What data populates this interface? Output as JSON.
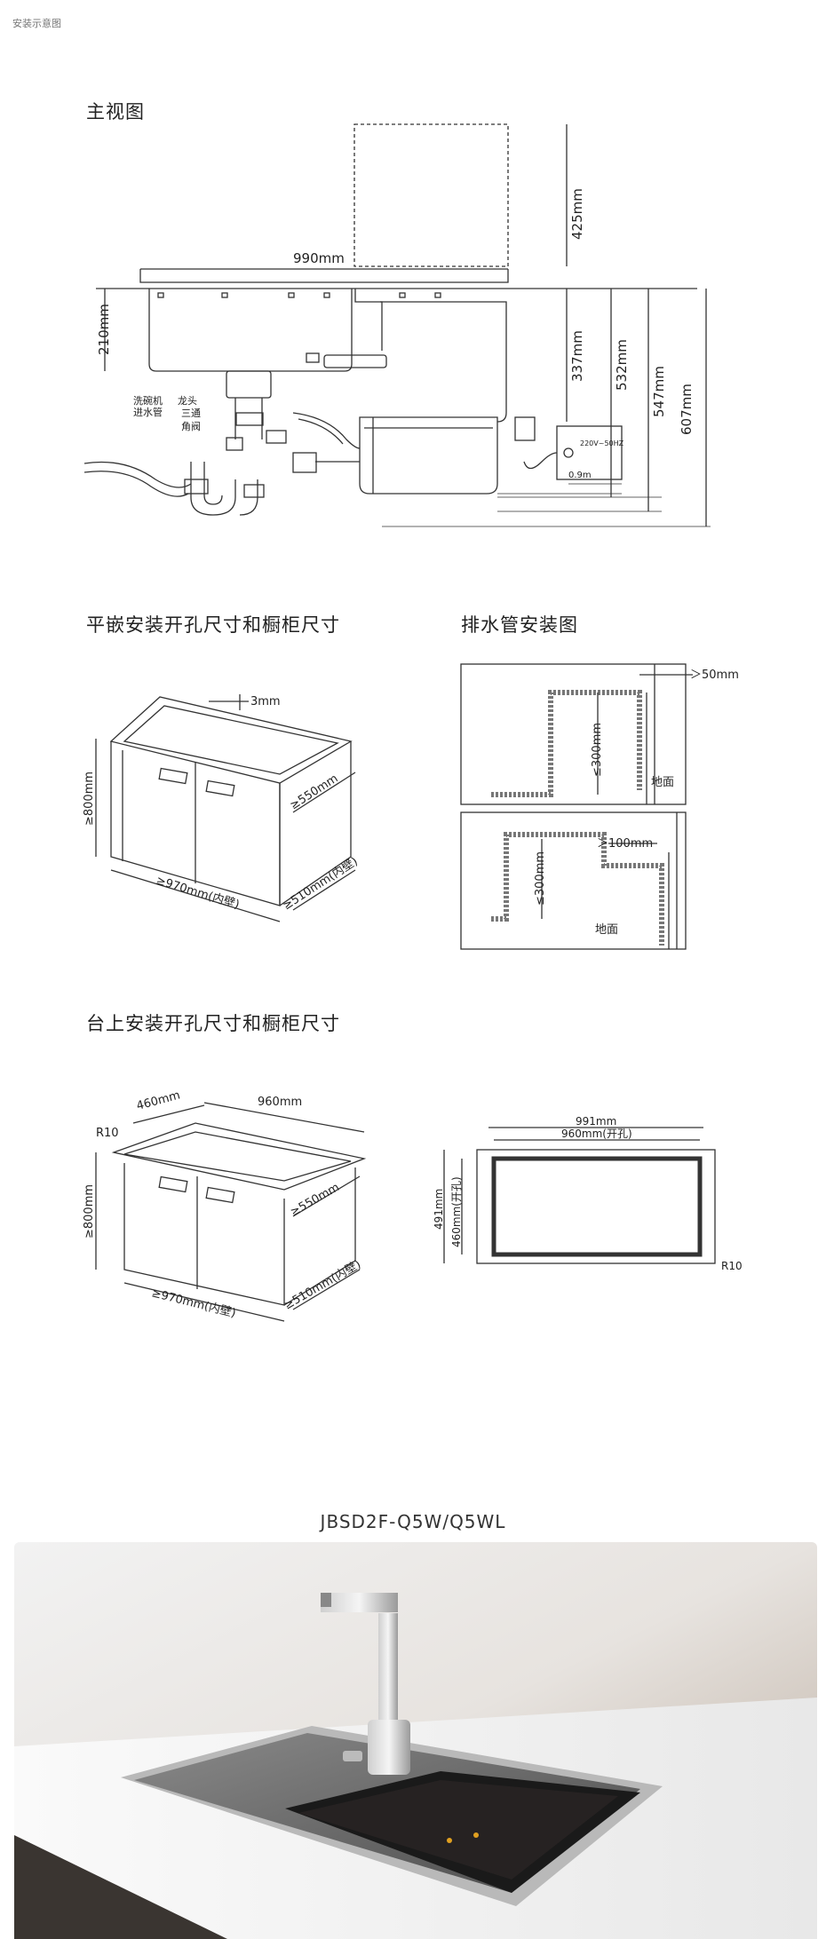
{
  "page_tag": "安装示意图",
  "sections": {
    "front_view": "主视图",
    "flush_install": "平嵌安装开孔尺寸和橱柜尺寸",
    "drain_diagram": "排水管安装图",
    "top_install": "台上安装开孔尺寸和橱柜尺寸"
  },
  "front_view": {
    "width": "990mm",
    "h425": "425mm",
    "h210": "210mm",
    "h337": "337mm",
    "h532": "532mm",
    "h547": "547mm",
    "h607": "607mm",
    "dishwasher_inlet_1": "洗碗机",
    "dishwasher_inlet_2": "进水管",
    "faucet": "龙头",
    "tee": "三通",
    "angle_valve": "角阀",
    "power": "220V~50HZ",
    "outlet_dist": "0.9m"
  },
  "flush": {
    "gap": "3mm",
    "height": "≥800mm",
    "depth": "≥550mm",
    "inner_width": "≥970mm(内壁)",
    "inner_depth": "≥510mm(内壁)"
  },
  "drain": {
    "gap1": "＞50mm",
    "h1": "≤300mm",
    "floor1": "地面",
    "gap2": "＞100mm",
    "h2": "≤300mm",
    "floor2": "地面"
  },
  "top": {
    "w460": "460mm",
    "w960": "960mm",
    "r10": "R10",
    "height": "≥800mm",
    "depth": "≥550mm",
    "inner_width": "≥970mm(内壁)",
    "inner_depth": "≥510mm(内壁)",
    "cut_outer": "991mm",
    "cut_inner": "960mm(开孔)",
    "cut_h_outer": "491mm",
    "cut_h_inner": "460mm(开孔)",
    "cut_r": "R10"
  },
  "model": "JBSD2F-Q5W/Q5WL"
}
